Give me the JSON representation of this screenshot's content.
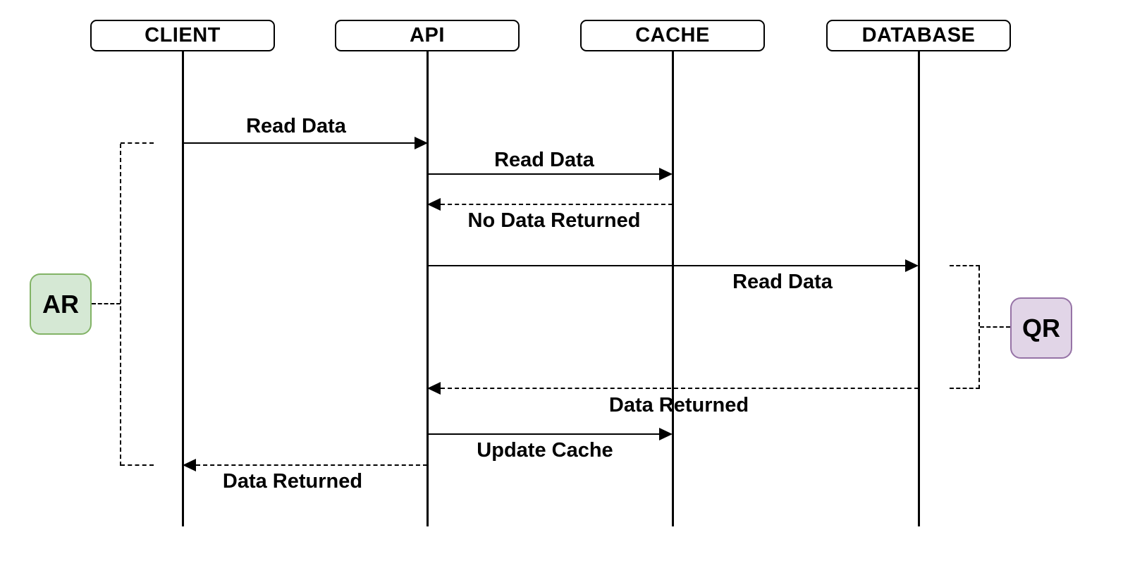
{
  "diagram": {
    "type": "sequence-diagram",
    "background_color": "#ffffff",
    "line_color": "#000000",
    "actors": [
      {
        "id": "client",
        "label": "CLIENT"
      },
      {
        "id": "api",
        "label": "API"
      },
      {
        "id": "cache",
        "label": "CACHE"
      },
      {
        "id": "database",
        "label": "DATABASE"
      }
    ],
    "messages": [
      {
        "from": "CLIENT",
        "to": "API",
        "label": "Read Data",
        "line_style": "solid",
        "label_position": "above"
      },
      {
        "from": "API",
        "to": "CACHE",
        "label": "Read Data",
        "line_style": "solid",
        "label_position": "above"
      },
      {
        "from": "CACHE",
        "to": "API",
        "label": "No Data Returned",
        "line_style": "dashed",
        "label_position": "below"
      },
      {
        "from": "API",
        "to": "DATABASE",
        "label": "Read Data",
        "line_style": "solid",
        "label_position": "below"
      },
      {
        "from": "DATABASE",
        "to": "API",
        "label": "Data Returned",
        "line_style": "dashed",
        "label_position": "below"
      },
      {
        "from": "API",
        "to": "CACHE",
        "label": "Update Cache",
        "line_style": "solid",
        "label_position": "below"
      },
      {
        "from": "API",
        "to": "CLIENT",
        "label": "Data Returned",
        "line_style": "dashed",
        "label_position": "below"
      }
    ],
    "annotations": [
      {
        "id": "ar",
        "label": "AR",
        "side": "left",
        "fill_color": "#d5e8d4",
        "border_color": "#82b366",
        "spans_messages": [
          "Read Data (CLIENT to API)",
          "Data Returned (API to CLIENT)"
        ]
      },
      {
        "id": "qr",
        "label": "QR",
        "side": "right",
        "fill_color": "#e1d5e7",
        "border_color": "#9673a6",
        "spans_messages": [
          "Read Data (API to DATABASE)",
          "Data Returned (DATABASE to API)"
        ]
      }
    ]
  }
}
